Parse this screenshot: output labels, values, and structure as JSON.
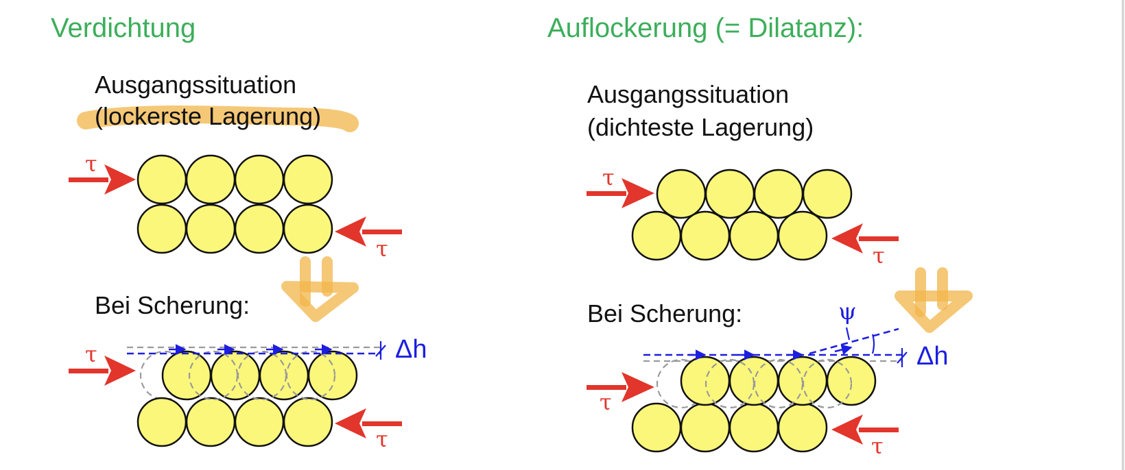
{
  "left": {
    "heading": "Verdichtung",
    "initial_line1": "Ausgangssituation",
    "initial_line2": "(lockerste Lagerung)",
    "shear_label": "Bei Scherung:",
    "shear_symbol": "τ",
    "height_change_symbol": "Δh"
  },
  "right": {
    "heading": "Auflockerung (= Dilatanz):",
    "initial_line1": "Ausgangssituation",
    "initial_line2": "(dichteste Lagerung)",
    "shear_label": "Bei Scherung:",
    "shear_symbol": "τ",
    "height_change_symbol": "Δh",
    "angle_symbol": "ψ"
  },
  "colors": {
    "heading": "#3cae5a",
    "arrow": "#e2352b",
    "grain": "#fbf77a",
    "displacement": "#1c1ee0",
    "highlight": "#f2b54a"
  }
}
